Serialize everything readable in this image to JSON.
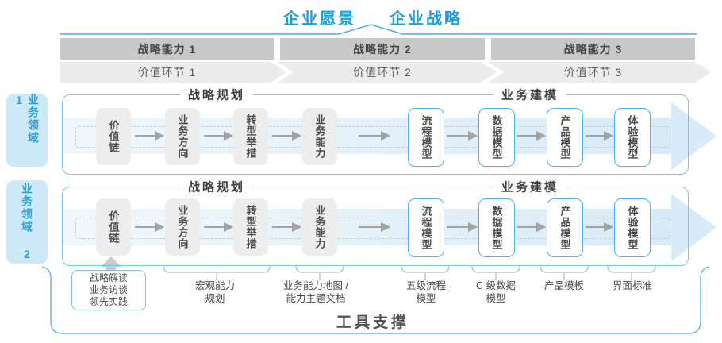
{
  "title": {
    "vision": "企业愿景",
    "strategy": "企业战略"
  },
  "capability_bar": {
    "items": [
      "战略能力 1",
      "战略能力 2",
      "战略能力 3"
    ]
  },
  "value_chain_bar": {
    "items": [
      "价值环节 1",
      "价值环节 2",
      "价值环节 3"
    ]
  },
  "domains": [
    {
      "tab": "业务领域 1",
      "planning_label": "战略规划",
      "modeling_label": "业务建模",
      "planning_boxes": [
        "价值链",
        "业务方向",
        "转型举措",
        "业务能力"
      ],
      "modeling_boxes": [
        "流程模型",
        "数据模型",
        "产品模型",
        "体验模型"
      ]
    },
    {
      "tab": "业务领域 2",
      "planning_label": "战略规划",
      "modeling_label": "业务建模",
      "planning_boxes": [
        "价值链",
        "业务方向",
        "转型举措",
        "业务能力"
      ],
      "modeling_boxes": [
        "流程模型",
        "数据模型",
        "产品模型",
        "体验模型"
      ]
    }
  ],
  "annotations": {
    "source_box": {
      "lines": [
        "战略解读",
        "业务访谈",
        "领先实践"
      ]
    },
    "items": [
      {
        "lines": [
          "宏观能力",
          "规划"
        ]
      },
      {
        "lines": [
          "业务能力地图 /",
          "能力主题文档"
        ]
      },
      {
        "lines": [
          "五级流程",
          "模型"
        ]
      },
      {
        "lines": [
          "C 级数据",
          "模型"
        ]
      },
      {
        "lines": [
          "产品模板"
        ]
      },
      {
        "lines": [
          "界面标准"
        ]
      }
    ]
  },
  "footer": {
    "label": "工具支撑"
  },
  "colors": {
    "accent": "#1b9ed9",
    "panel_border": "#7cc4e8",
    "box_border": "#4fb3e3",
    "band": "#d8ebf8",
    "bar_gray": "#c8c8c8",
    "chevron_gray": "#ececec",
    "box_gray": "#ededed",
    "text_dark": "#4a4a4a",
    "arrow_gray": "#a3a3a3",
    "tab_bg": "#cde9f7"
  }
}
